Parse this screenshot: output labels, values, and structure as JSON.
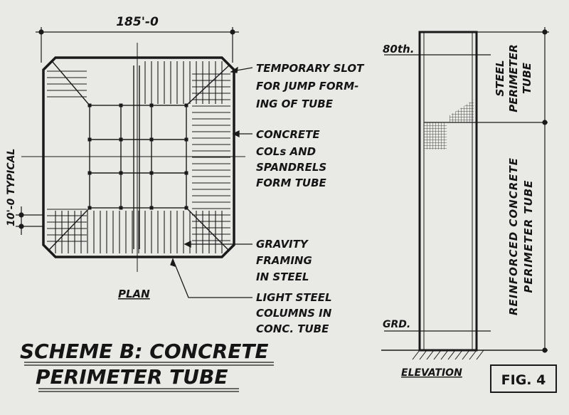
{
  "plan": {
    "overall_dimension": "185'-0",
    "bay_dimension": "10'-0 TYPICAL",
    "caption": "PLAN",
    "notes": {
      "temporary_slot": [
        "TEMPORARY SLOT",
        "FOR JUMP FORM-",
        "ING OF TUBE"
      ],
      "concrete_columns": [
        "CONCRETE",
        "COLs AND",
        "SPANDRELS",
        "FORM TUBE"
      ],
      "gravity_framing": [
        "GRAVITY",
        "FRAMING",
        "IN STEEL"
      ],
      "light_steel_columns": [
        "LIGHT STEEL",
        "COLUMNS IN",
        "CONC. TUBE"
      ]
    }
  },
  "elevation": {
    "caption": "ELEVATION",
    "level_top": "80th.",
    "level_ground": "GRD.",
    "steel_tube_label": [
      "STEEL",
      "PERIMETER",
      "TUBE"
    ],
    "concrete_tube_label": [
      "REINFORCED CONCRETE",
      "PERIMETER TUBE"
    ]
  },
  "title": [
    "SCHEME  B:  CONCRETE",
    "PERIMETER  TUBE"
  ],
  "figure_label": "FIG. 4"
}
